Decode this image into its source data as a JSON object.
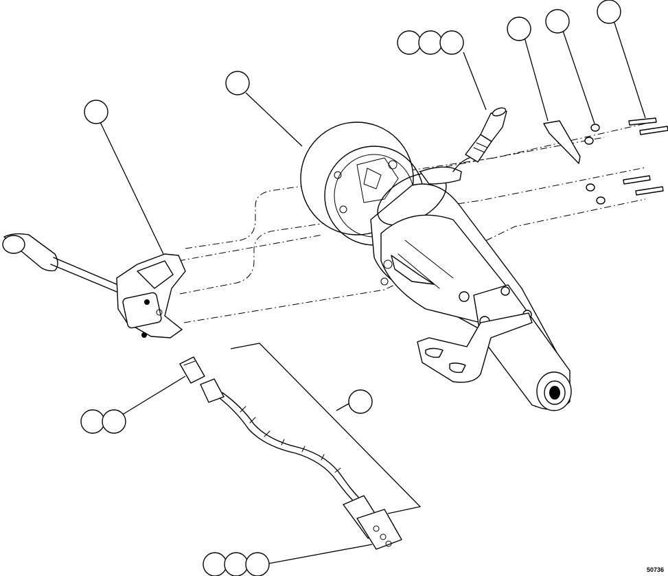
{
  "figure": {
    "id_label": "50736"
  },
  "callouts": [
    {
      "name": "callout-switch-lever",
      "group": 1
    },
    {
      "name": "callout-column-housing",
      "group": 1
    },
    {
      "name": "callout-wiper-switch-a",
      "group": 3
    },
    {
      "name": "callout-bracket",
      "group": 1
    },
    {
      "name": "callout-washer",
      "group": 1
    },
    {
      "name": "callout-bolt",
      "group": 1
    },
    {
      "name": "callout-connector-small",
      "group": 2
    },
    {
      "name": "callout-harness",
      "group": 1
    },
    {
      "name": "callout-connector-large",
      "group": 3
    }
  ]
}
